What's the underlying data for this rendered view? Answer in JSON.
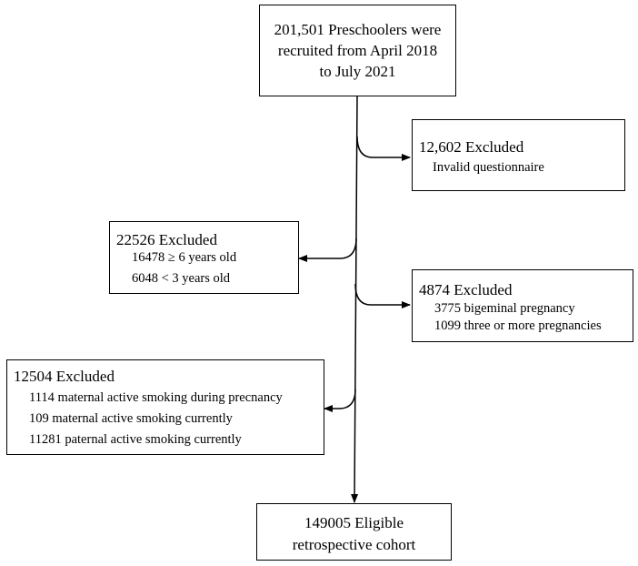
{
  "start": {
    "lines": [
      "201,501 Preschoolers were",
      "recruited from April 2018",
      "to July 2021"
    ]
  },
  "excl_questionnaire": {
    "head": "12,602 Excluded",
    "items": [
      "Invalid questionnaire"
    ]
  },
  "excl_age": {
    "head": "22526 Excluded",
    "items": [
      "16478 ≥ 6 years old",
      "6048 < 3 years old"
    ]
  },
  "excl_pregnancy": {
    "head": "4874 Excluded",
    "items": [
      "3775 bigeminal pregnancy",
      "1099 three or more pregnancies"
    ]
  },
  "excl_smoking": {
    "head": "12504 Excluded",
    "items": [
      "1114 maternal active smoking during precnancy",
      "109 maternal active smoking currently",
      "11281 paternal active smoking currently"
    ]
  },
  "final": {
    "lines": [
      "149005 Eligible",
      "retrospective cohort"
    ]
  }
}
